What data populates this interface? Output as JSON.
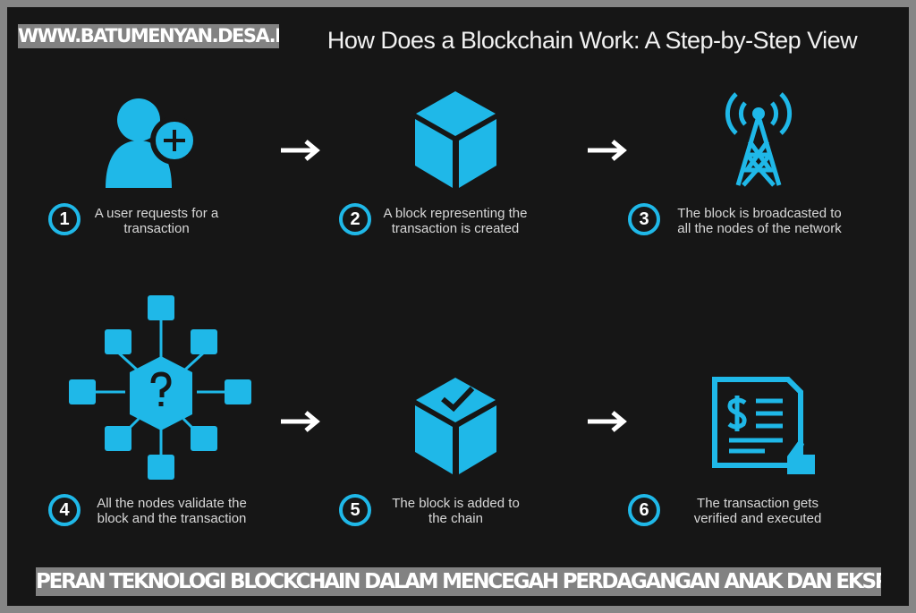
{
  "title": "How Does a Blockchain Work: A Step-by-Step View",
  "watermark": "WWW.BATUMENYAN.DESA.ID",
  "banner": "PERAN TEKNOLOGI BLOCKCHAIN DALAM MENCEGAH PERDAGANGAN ANAK DAN EKSPLOITASI",
  "accent_color": "#1fb8e8",
  "steps": [
    {
      "number": "1",
      "caption": "A user requests for a transaction",
      "icon": "user-add-icon"
    },
    {
      "number": "2",
      "caption": "A block representing the transaction is created",
      "icon": "cube-icon"
    },
    {
      "number": "3",
      "caption": "The block is broadcasted to all the nodes of the network",
      "icon": "broadcast-tower-icon"
    },
    {
      "number": "4",
      "caption": "All the nodes validate the block and the transaction",
      "icon": "network-validation-icon"
    },
    {
      "number": "5",
      "caption": "The block is added to the chain",
      "icon": "cube-check-icon"
    },
    {
      "number": "6",
      "caption": "The transaction gets verified and executed",
      "icon": "invoice-approved-icon"
    }
  ]
}
